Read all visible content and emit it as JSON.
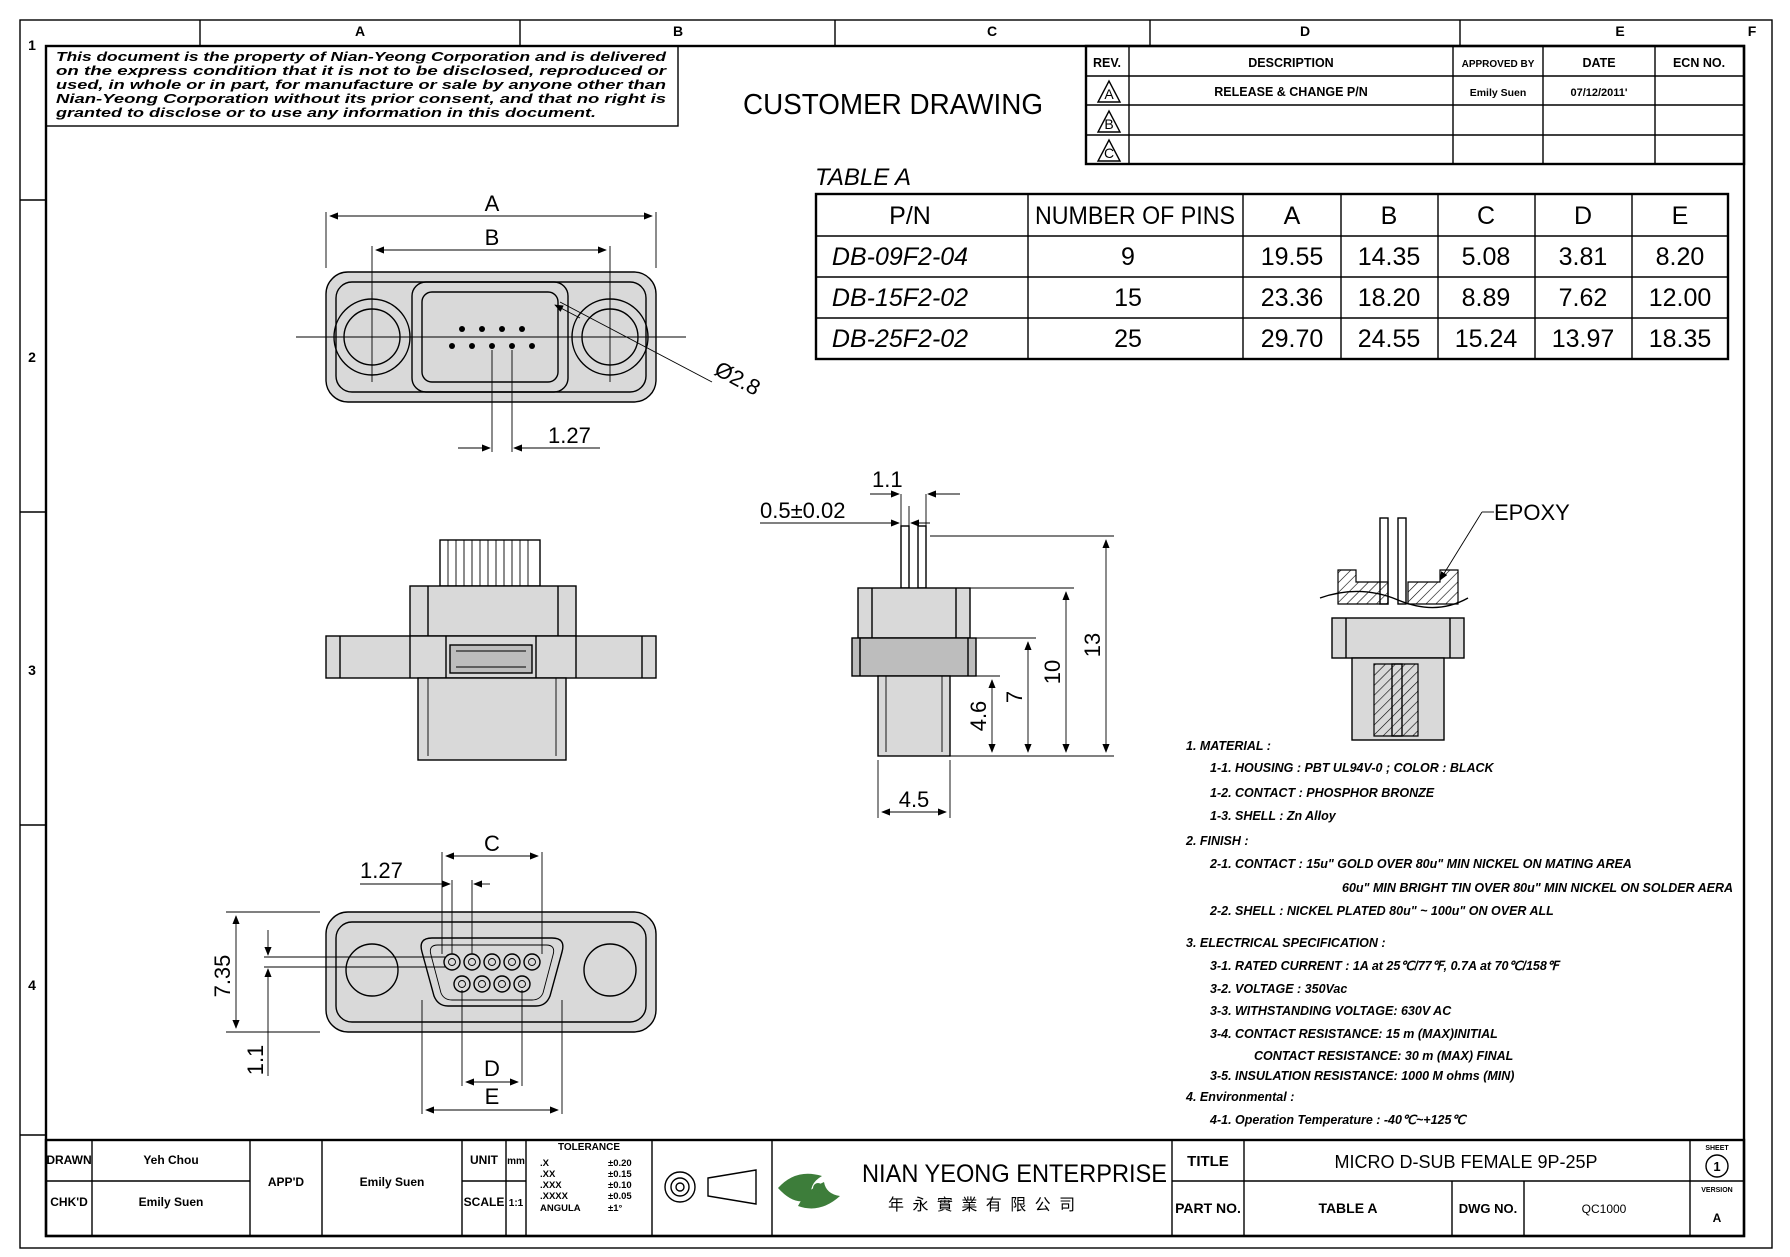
{
  "border": {
    "columns": [
      "A",
      "B",
      "C",
      "D",
      "E",
      "F"
    ],
    "rows": [
      "1",
      "2",
      "3",
      "4"
    ]
  },
  "confidentiality": {
    "lines": [
      "This document is the property of Nian-Yeong Corporation and is delivered",
      "on  the  express condition that it is not to be disclosed, reproduced or",
      "used, in whole or in part, for manufacture or sale by anyone other than",
      "Nian-Yeong Corporation without  its prior consent, and that  no right  is",
      "granted to disclose or to use any information in this  document."
    ]
  },
  "heading": "CUSTOMER  DRAWING",
  "revision_table": {
    "headers": [
      "REV.",
      "DESCRIPTION",
      "APPROVED BY",
      "DATE",
      "ECN NO."
    ],
    "rows": [
      {
        "rev": "A",
        "description": "RELEASE & CHANGE P/N",
        "approved_by": "Emily Suen",
        "date": "07/12/2011'",
        "ecn": ""
      },
      {
        "rev": "B",
        "description": "",
        "approved_by": "",
        "date": "",
        "ecn": ""
      },
      {
        "rev": "C",
        "description": "",
        "approved_by": "",
        "date": "",
        "ecn": ""
      }
    ]
  },
  "table_a": {
    "title": "TABLE  A",
    "headers": [
      "P/N",
      "NUMBER  OF  PINS",
      "A",
      "B",
      "C",
      "D",
      "E"
    ],
    "rows": [
      [
        "DB-09F2-04",
        "9",
        "19.55",
        "14.35",
        "5.08",
        "3.81",
        "8.20"
      ],
      [
        "DB-15F2-02",
        "15",
        "23.36",
        "18.20",
        "8.89",
        "7.62",
        "12.00"
      ],
      [
        "DB-25F2-02",
        "25",
        "29.70",
        "24.55",
        "15.24",
        "13.97",
        "18.35"
      ]
    ]
  },
  "dimensions": {
    "top_a": "A",
    "top_b": "B",
    "hole_dia": "Ø2.8",
    "top_pitch": "1.27",
    "side_1_1": "1.1",
    "side_pin": "0.5±0.02",
    "side_13": "13",
    "side_10": "10",
    "side_7": "7",
    "side_4_6": "4.6",
    "side_4_5": "4.5",
    "epoxy": "EPOXY",
    "bot_c": "C",
    "bot_pitch": "1.27",
    "bot_7_35": "7.35",
    "bot_1_1": "1.1",
    "bot_d": "D",
    "bot_e": "E"
  },
  "notes": [
    "1. MATERIAL :",
    "1-1. HOUSING : PBT UL94V-0 ; COLOR : BLACK",
    "1-2. CONTACT : PHOSPHOR BRONZE",
    "1-3. SHELL : Zn Alloy",
    "2. FINISH :",
    "2-1. CONTACT : 15u\" GOLD OVER 80u\" MIN NICKEL ON MATING AREA",
    "60u\" MIN BRIGHT TIN OVER 80u\" MIN NICKEL ON SOLDER AERA",
    "2-2. SHELL : NICKEL PLATED 80u\" ~ 100u\" ON OVER ALL",
    "3. ELECTRICAL SPECIFICATION :",
    "3-1. RATED CURRENT : 1A at 25℃/77℉, 0.7A at 70℃/158℉",
    "3-2. VOLTAGE : 350Vac",
    "3-3. WITHSTANDING VOLTAGE: 630V AC",
    "3-4. CONTACT RESISTANCE: 15 m   (MAX)INITIAL",
    "CONTACT RESISTANCE: 30 m   (MAX) FINAL",
    "3-5. INSULATION RESISTANCE: 1000 M ohms (MIN)",
    "4. Environmental :",
    "4-1. Operation Temperature : -40℃~+125℃"
  ],
  "title_block": {
    "drawn_label": "DRAWN",
    "drawn": "Yeh Chou",
    "chkd_label": "CHK'D",
    "chkd": "Emily Suen",
    "appd_label": "APP'D",
    "appd": "Emily Suen",
    "unit_label": "UNIT",
    "unit": "mm",
    "scale_label": "SCALE",
    "scale": "1:1",
    "tolerance_title": "TOLERANCE",
    "tolerance": [
      {
        "fmt": ".X",
        "val": "±0.20"
      },
      {
        "fmt": ".XX",
        "val": "±0.15"
      },
      {
        "fmt": ".XXX",
        "val": "±0.10"
      },
      {
        "fmt": ".XXXX",
        "val": "±0.05"
      },
      {
        "fmt": "ANGULA",
        "val": "±1°"
      }
    ],
    "company": "NIAN YEONG ENTERPRISE",
    "company_cn": "年 永 實 業 有 限 公 司",
    "title_label": "TITLE",
    "title": "MICRO  D-SUB  FEMALE  9P-25P",
    "partno_label": "PART NO.",
    "partno": "TABLE  A",
    "dwgno_label": "DWG NO.",
    "dwgno": "QC1000",
    "sheet_label": "SHEET",
    "sheet": "1",
    "version_label": "VERSION",
    "version": "A"
  },
  "colors": {
    "line": "#000000",
    "logo": "#3d7d3a",
    "fill_gray": "#d9d9d9"
  }
}
